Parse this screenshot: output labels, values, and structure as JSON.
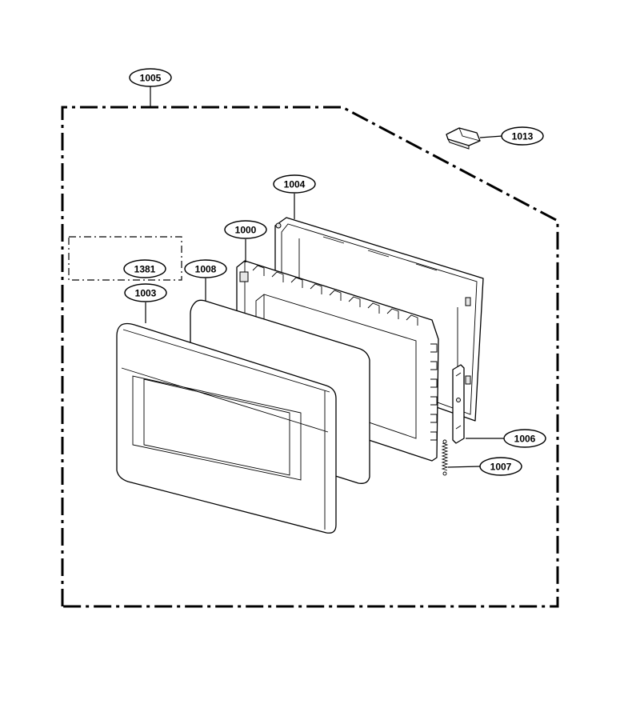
{
  "callouts": {
    "assembly": "1005",
    "latch_hook": "1013",
    "door_frame": "1004",
    "choke_cover": "1000",
    "sub_assembly": "1381",
    "screen_glass": "1008",
    "door_panel": "1003",
    "lever": "1006",
    "spring": "1007"
  }
}
